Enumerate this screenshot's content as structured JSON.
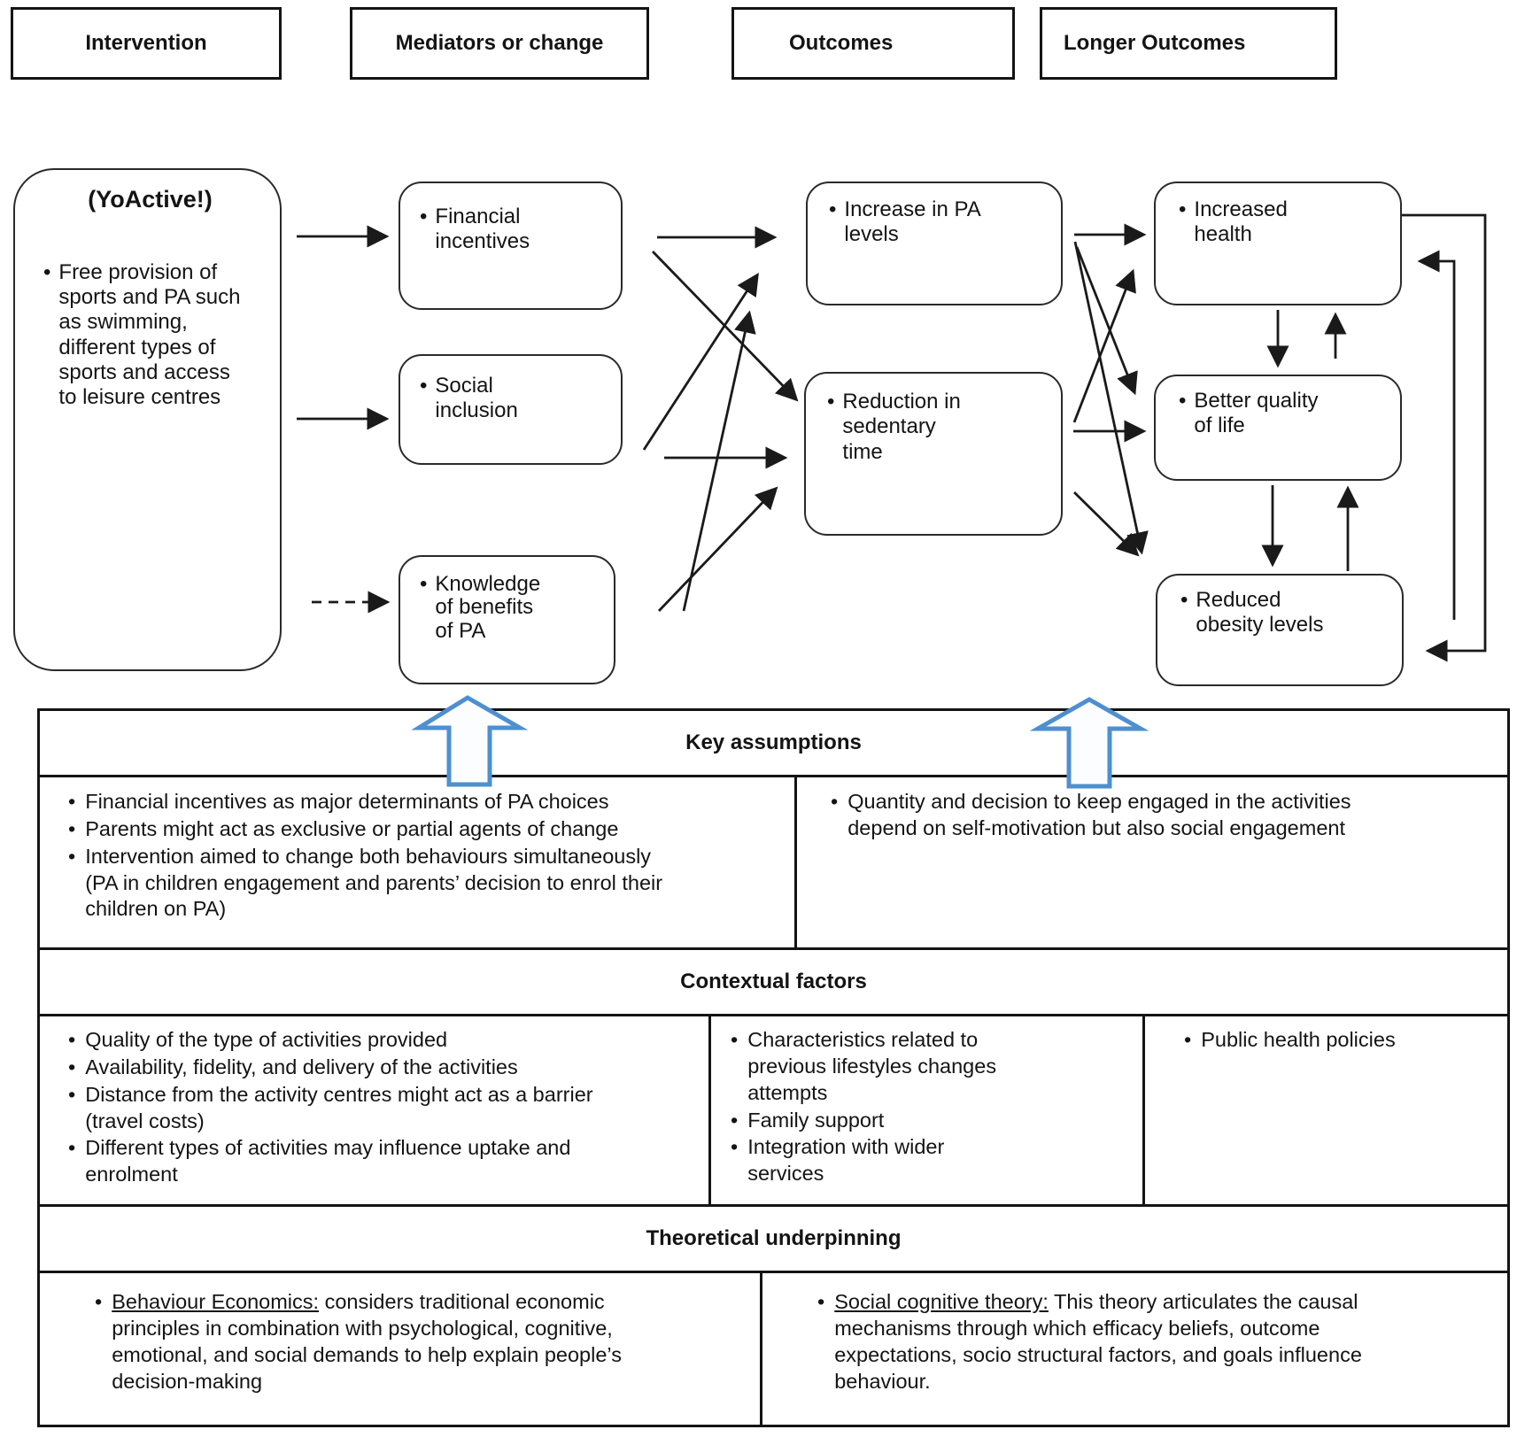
{
  "glyphs": {
    "bullet": "•"
  },
  "colors": {
    "accent_blue": "#4e8fd0",
    "line": "#1a1a1a"
  },
  "headers": [
    {
      "label": "Intervention"
    },
    {
      "label": "Mediators or change"
    },
    {
      "label": "Outcomes"
    },
    {
      "label": "Longer Outcomes"
    }
  ],
  "intervention": {
    "title": "(YoActive!)",
    "bullet": "Free provision of sports and PA such as swimming, different types of sports and access to leisure centres"
  },
  "mediators": [
    {
      "label": "Financial incentives"
    },
    {
      "label": "Social inclusion"
    },
    {
      "label": "Knowledge of benefits of PA"
    }
  ],
  "outcomes": [
    {
      "label": "Increase in PA levels"
    },
    {
      "label": "Reduction in sedentary time"
    }
  ],
  "longer_outcomes": [
    {
      "label": "Increased health"
    },
    {
      "label": "Better quality of life"
    },
    {
      "label": "Reduced obesity levels"
    }
  ],
  "sections": {
    "key_assumptions": {
      "title": "Key assumptions",
      "left": [
        "Financial incentives as major determinants of PA choices",
        "Parents might act as exclusive or partial agents of change",
        "Intervention aimed to change both behaviours simultaneously (PA in children engagement and parents’ decision to enrol their children on PA)"
      ],
      "right": [
        "Quantity and decision to keep engaged in the activities depend on self-motivation but also social engagement"
      ]
    },
    "contextual_factors": {
      "title": "Contextual factors",
      "col1": [
        "Quality of the type of activities provided",
        "Availability, fidelity, and delivery of the activities",
        "Distance from the activity centres might act as a barrier (travel costs)",
        "Different types of activities may influence uptake and enrolment"
      ],
      "col2": [
        "Characteristics related to previous lifestyles changes attempts",
        "Family support",
        "Integration with wider services"
      ],
      "col3": [
        "Public health policies"
      ]
    },
    "theoretical_underpinning": {
      "title": "Theoretical underpinning",
      "left": {
        "lead": "Behaviour Economics:",
        "rest": " considers traditional economic principles in combination with psychological, cognitive, emotional, and social demands to help explain people’s decision-making"
      },
      "right": {
        "lead": "Social cognitive theory:",
        "rest": "  This theory articulates the causal mechanisms through which efficacy beliefs, outcome expectations, socio structural factors, and goals influence behaviour."
      }
    }
  }
}
